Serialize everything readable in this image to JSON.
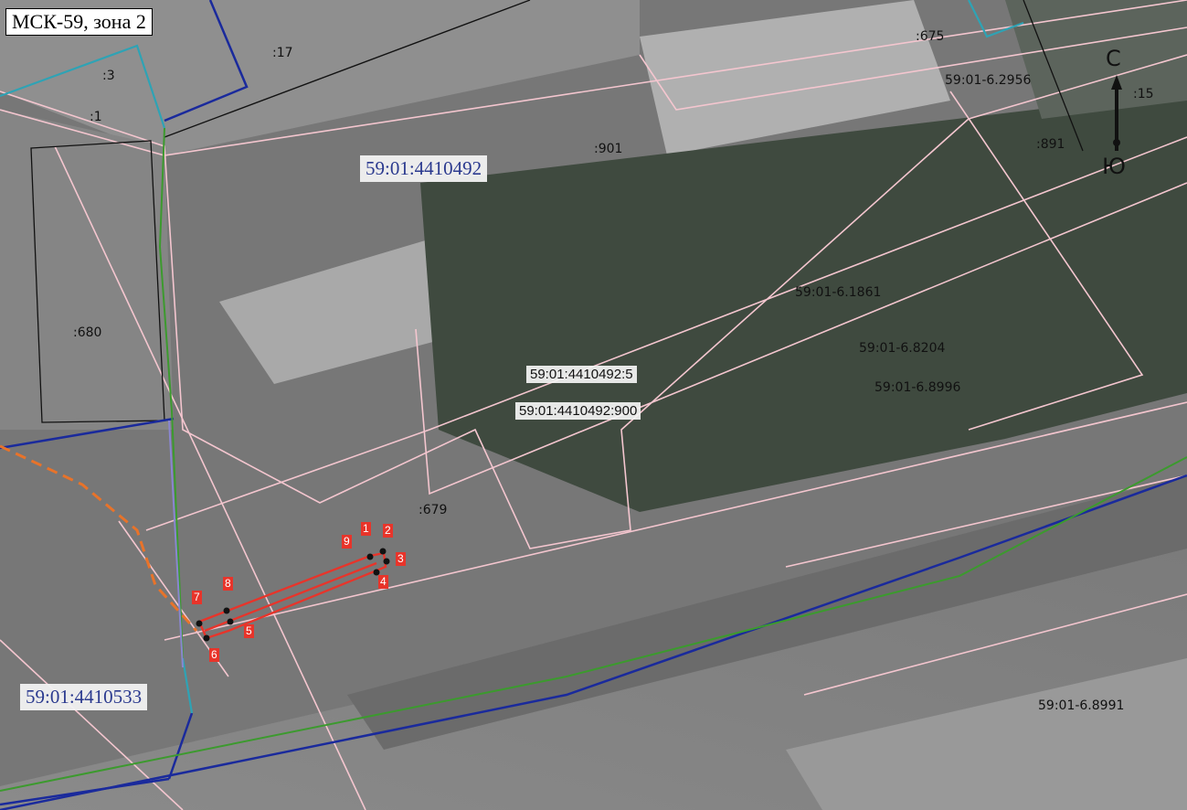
{
  "zone_label": "МСК-59, зона 2",
  "blocks": [
    "59:01:4410492",
    "59:01:4410533"
  ],
  "parcels": [
    ":675",
    ":17",
    ":3",
    ":1",
    ":15",
    ":891",
    ":901",
    ":680",
    ":679"
  ],
  "zones": [
    "59:01-6.2956",
    "59:01-6.1861",
    "59:01-6.8204",
    "59:01-6.8996",
    "59:01-6.8991"
  ],
  "boxed_parcels": [
    "59:01:4410492:5",
    "59:01:4410492:900"
  ],
  "points": [
    "1",
    "2",
    "3",
    "4",
    "5",
    "6",
    "7",
    "8",
    "9"
  ],
  "compass": {
    "north": "С",
    "south": "Ю"
  },
  "colors": {
    "parcel_border": "#f4c6cf",
    "block_border": "#1a2a9c",
    "green_line": "#3c9a2e",
    "teal_line": "#2ea3b5",
    "site_outline": "#e8342a",
    "dashed_line": "#e8732a"
  }
}
